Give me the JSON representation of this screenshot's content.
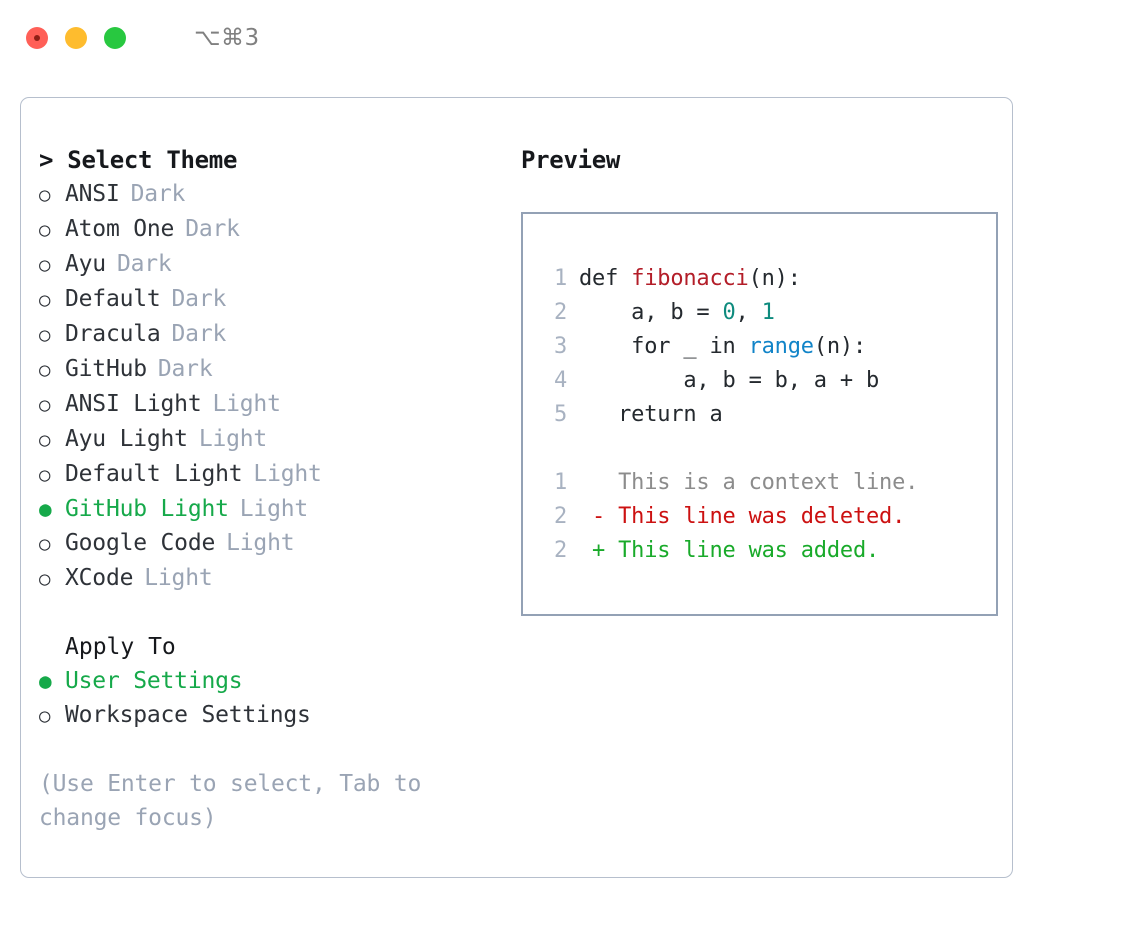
{
  "titlebar": {
    "shortcut": "⌥⌘3",
    "lights": [
      "close",
      "minimize",
      "zoom"
    ]
  },
  "theme_selector": {
    "heading": "> Select Theme",
    "items": [
      {
        "marker": "○",
        "name": "ANSI",
        "kind": "Dark",
        "selected": false
      },
      {
        "marker": "○",
        "name": "Atom One",
        "kind": "Dark",
        "selected": false
      },
      {
        "marker": "○",
        "name": "Ayu",
        "kind": "Dark",
        "selected": false
      },
      {
        "marker": "○",
        "name": "Default",
        "kind": "Dark",
        "selected": false
      },
      {
        "marker": "○",
        "name": "Dracula",
        "kind": "Dark",
        "selected": false
      },
      {
        "marker": "○",
        "name": "GitHub",
        "kind": "Dark",
        "selected": false
      },
      {
        "marker": "○",
        "name": "ANSI Light",
        "kind": "Light",
        "selected": false
      },
      {
        "marker": "○",
        "name": "Ayu Light",
        "kind": "Light",
        "selected": false
      },
      {
        "marker": "○",
        "name": "Default Light",
        "kind": "Light",
        "selected": false
      },
      {
        "marker": "●",
        "name": "GitHub Light",
        "kind": "Light",
        "selected": true
      },
      {
        "marker": "○",
        "name": "Google Code",
        "kind": "Light",
        "selected": false
      },
      {
        "marker": "○",
        "name": "XCode",
        "kind": "Light",
        "selected": false
      }
    ]
  },
  "apply_to": {
    "title": "Apply To",
    "options": [
      {
        "marker": "●",
        "label": "User Settings",
        "selected": true
      },
      {
        "marker": "○",
        "label": "Workspace Settings",
        "selected": false
      }
    ]
  },
  "hint": "(Use Enter to select, Tab to change focus)",
  "preview": {
    "heading": "Preview",
    "code_lines": [
      {
        "no": "1",
        "segments": [
          {
            "text": "def ",
            "tok": "plain"
          },
          {
            "text": "fibonacci",
            "tok": "fn"
          },
          {
            "text": "(n):",
            "tok": "plain"
          }
        ]
      },
      {
        "no": "2",
        "segments": [
          {
            "text": "    a, b = ",
            "tok": "plain"
          },
          {
            "text": "0",
            "tok": "num"
          },
          {
            "text": ", ",
            "tok": "plain"
          },
          {
            "text": "1",
            "tok": "num"
          }
        ]
      },
      {
        "no": "3",
        "segments": [
          {
            "text": "    for _ in ",
            "tok": "plain"
          },
          {
            "text": "range",
            "tok": "call"
          },
          {
            "text": "(n):",
            "tok": "plain"
          }
        ]
      },
      {
        "no": "4",
        "segments": [
          {
            "text": "        a, b = b, a + b",
            "tok": "plain"
          }
        ]
      },
      {
        "no": "5",
        "segments": [
          {
            "text": "   return a",
            "tok": "plain"
          }
        ]
      }
    ],
    "diff_lines": [
      {
        "no": "1",
        "text": "   This is a context line.",
        "kind": "context"
      },
      {
        "no": "2",
        "text": " - This line was deleted.",
        "kind": "deleted"
      },
      {
        "no": "2",
        "text": " + This line was added.",
        "kind": "added"
      }
    ]
  },
  "colors": {
    "accent_green": "#16a94a",
    "muted": "#9aa4b4",
    "border": "#b6bfcd",
    "preview_border": "#93a1b5",
    "diff_add": "#19aa2a",
    "diff_del": "#cc1111",
    "syntax_function": "#b31d28",
    "syntax_number": "#0e8b7e",
    "syntax_call": "#1184c8"
  }
}
